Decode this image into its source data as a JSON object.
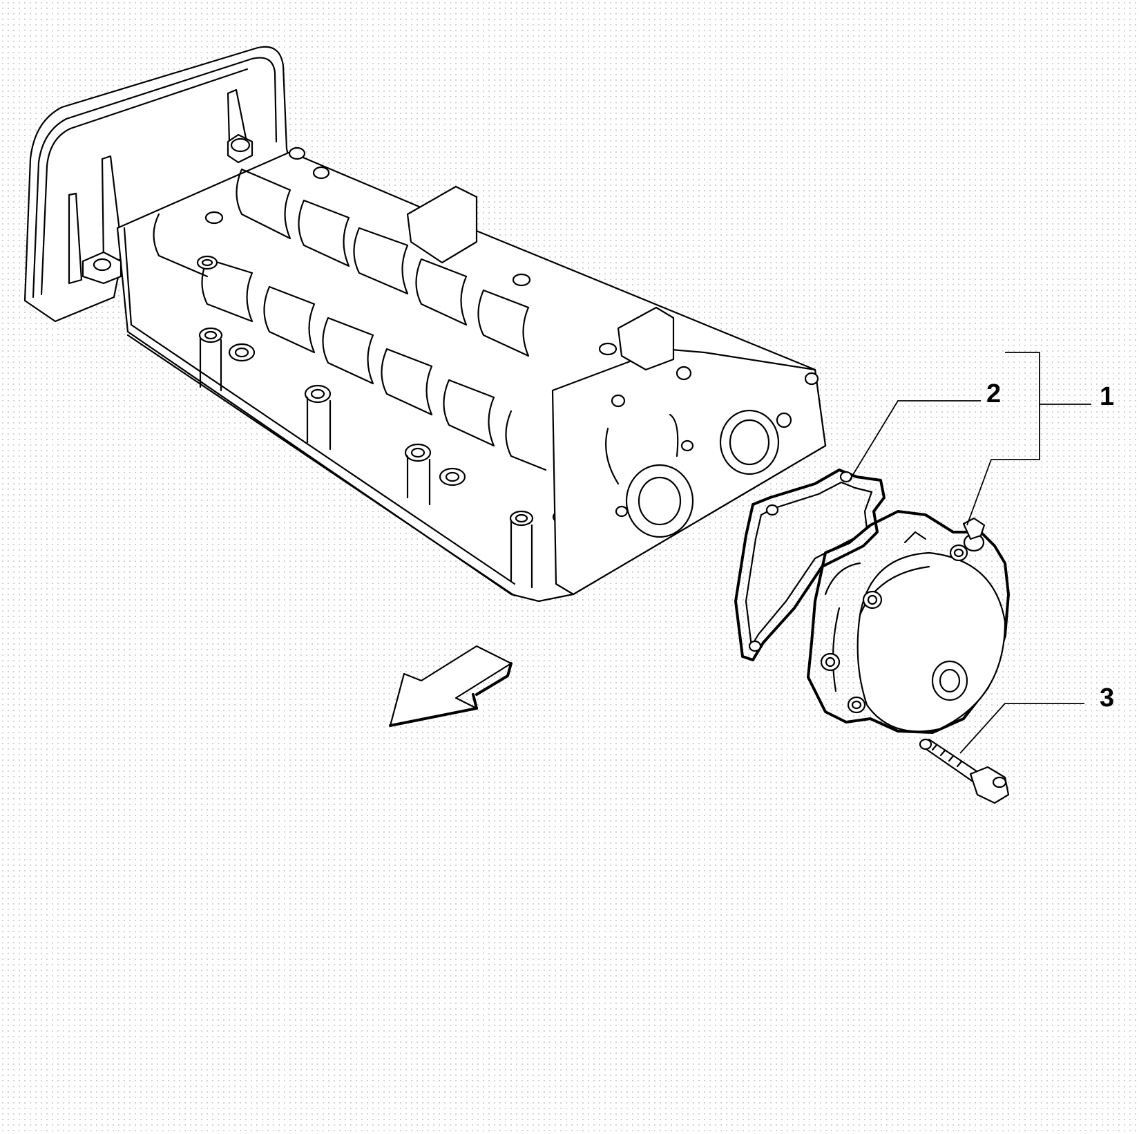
{
  "callouts": [
    {
      "id": "1",
      "label": "1"
    },
    {
      "id": "2",
      "label": "2"
    },
    {
      "id": "3",
      "label": "3"
    }
  ],
  "icons": {
    "direction_arrow": "front-direction-arrow-icon"
  },
  "colors": {
    "line": "#000000",
    "background": "#ffffff",
    "dot_grid": "#c9c9c9"
  }
}
